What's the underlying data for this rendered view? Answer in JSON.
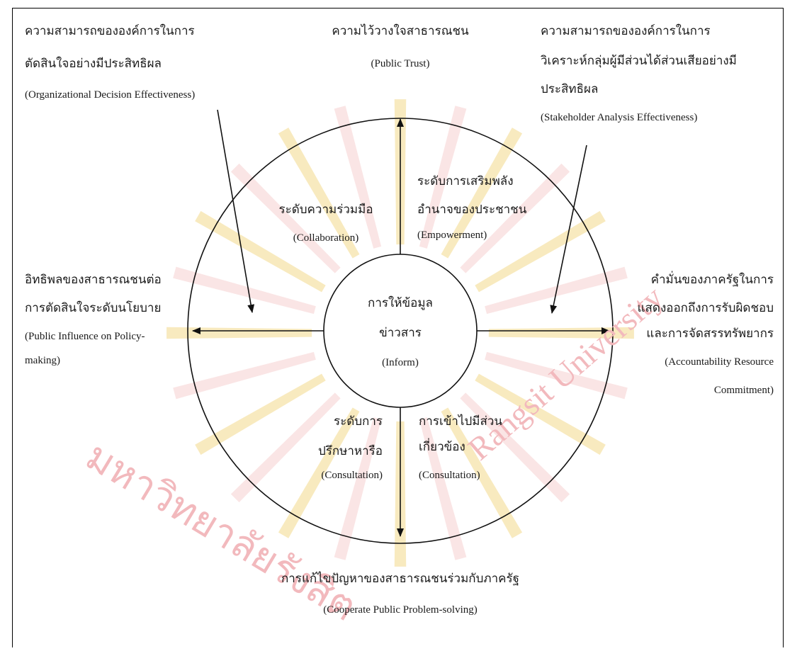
{
  "watermark": {
    "thai_text": "มหาวิทยาลัยรังสิต",
    "latin_text": "Rangsit University",
    "sunburst_color": "#f3d98a",
    "stripe_color": "#f6cfcf"
  },
  "top_left": {
    "line1": "ความสามารถขององค์การในการ",
    "line2": "ตัดสินใจอย่างมีประสิทธิผล",
    "english": "(Organizational Decision Effectiveness)"
  },
  "top_center": {
    "line1": "ความไว้วางใจสาธารณชน",
    "english": "(Public Trust)"
  },
  "top_right": {
    "line1": "ความสามารถขององค์การในการ",
    "line2": "วิเคราะห์กลุ่มผู้มีส่วนได้ส่วนเสียอย่างมี",
    "line3": "ประสิทธิผล",
    "english": "(Stakeholder Analysis Effectiveness)"
  },
  "left": {
    "line1": "อิทธิพลของสาธารณชนต่อ",
    "line2": "การตัดสินใจระดับนโยบาย",
    "english1": "(Public Influence on Policy-",
    "english2": "making)"
  },
  "right": {
    "line1": "คำมั่นของภาครัฐในการ",
    "line2": "แสดงออกถึงการรับผิดชอบ",
    "line3": "และการจัดสรรทรัพยากร",
    "english1": "(Accountability Resource",
    "english2": "Commitment)"
  },
  "bottom": {
    "line1": "การแก้ไขปัญหาของสาธารณชนร่วมกับภาครัฐ",
    "english": "(Cooperate Public Problem-solving)"
  },
  "quadrants": {
    "upper_left": {
      "line1": "ระดับความร่วมมือ",
      "english": "(Collaboration)"
    },
    "upper_right": {
      "line1": "ระดับการเสริมพลัง",
      "line2": "อำนาจของประชาชน",
      "english": "(Empowerment)"
    },
    "lower_left": {
      "line1": "ระดับการ",
      "line2": "ปรึกษาหารือ",
      "english": "(Consultation)"
    },
    "lower_right": {
      "line1": "การเข้าไปมีส่วน",
      "line2": "เกี่ยวข้อง",
      "english": "(Consultation)"
    }
  },
  "center": {
    "line1": "การให้ข้อมูล",
    "line2": "ข่าวสาร",
    "english": "(Inform)"
  }
}
